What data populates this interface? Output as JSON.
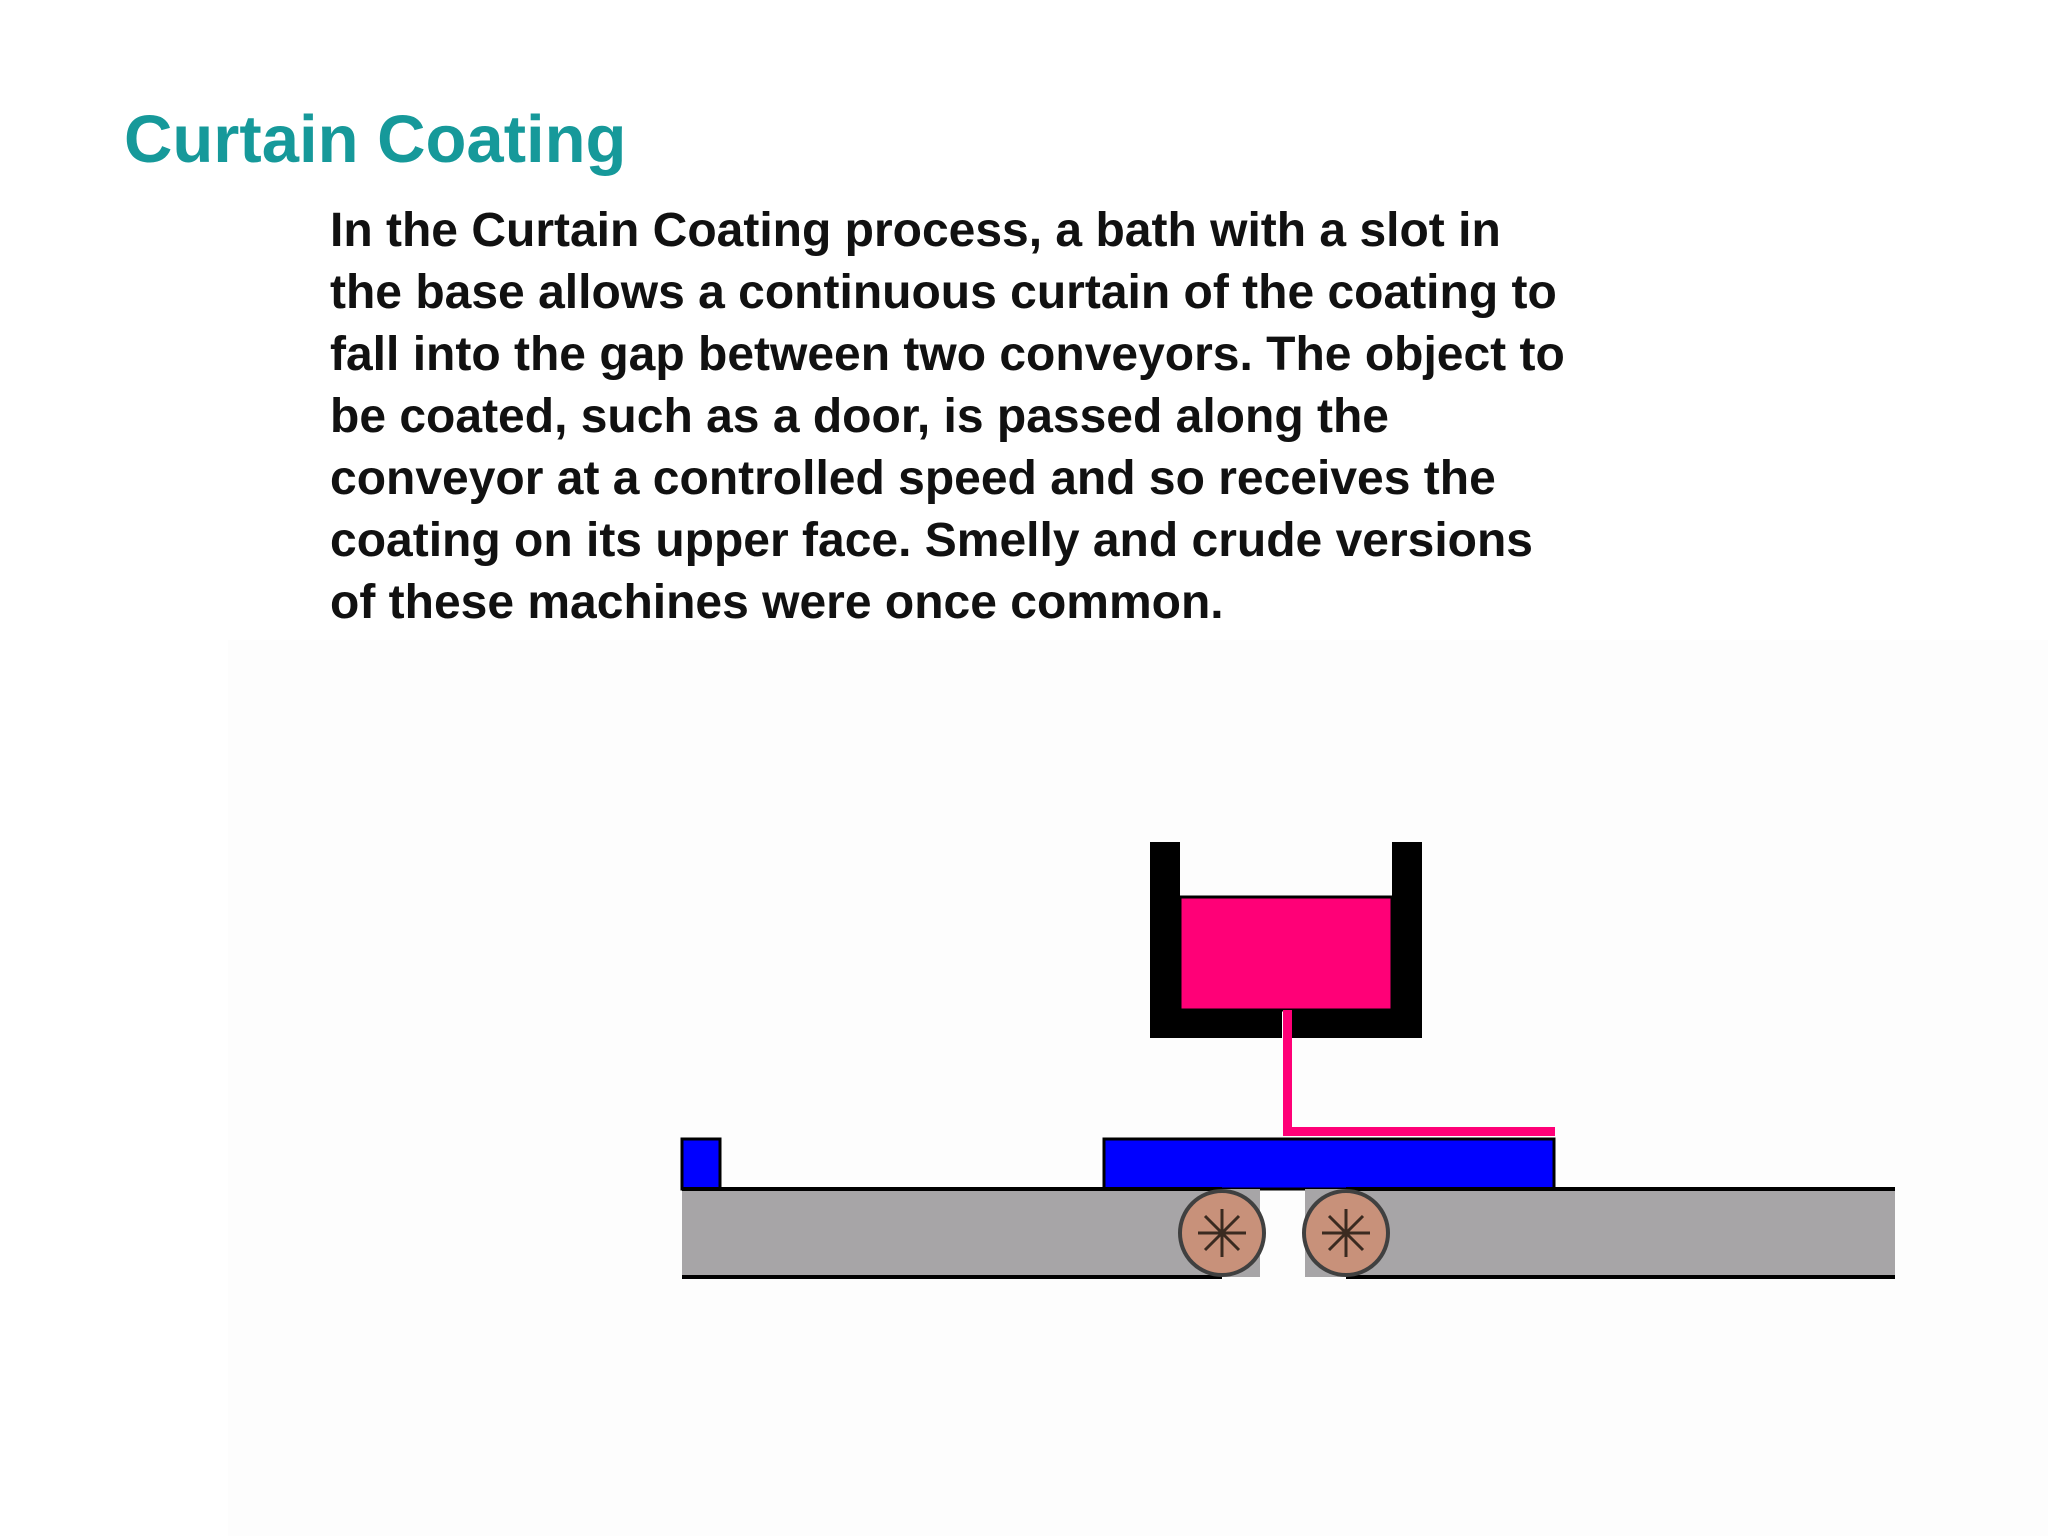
{
  "slide": {
    "title": "Curtain Coating",
    "body_lines": [
      "In the Curtain Coating process, a bath with a slot in",
      "the base allows a continuous curtain of the coating to",
      "fall into the gap between two conveyors. The object to",
      "be coated, such as a door, is passed along the",
      "conveyor at a controlled speed and so receives the",
      "coating on its upper face. Smelly and crude versions",
      "of these machines were once common."
    ]
  },
  "diagram": {
    "colors": {
      "coating": "#ff0077",
      "bath_wall": "#000000",
      "object": "#0000ff",
      "conveyor": "#a7a5a7",
      "roller": "#c8917a",
      "roller_outline": "#404040"
    },
    "icons": {
      "bath": "bath-icon",
      "roller": "roller-icon"
    }
  }
}
